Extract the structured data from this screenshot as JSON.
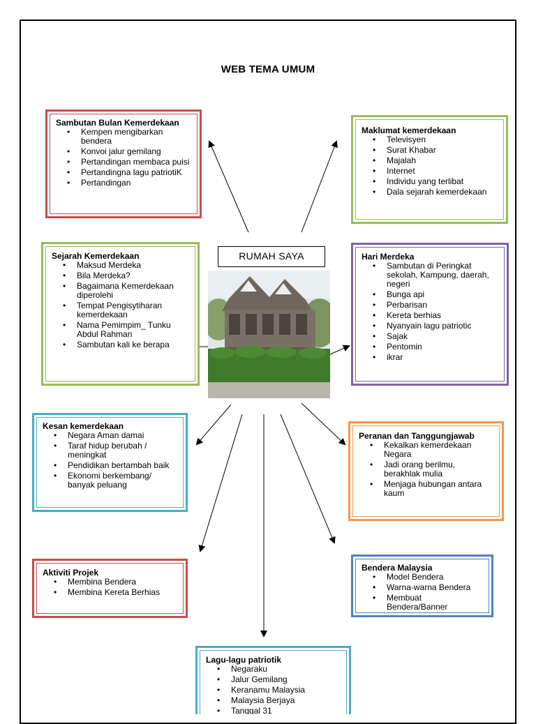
{
  "title": "WEB TEMA UMUM",
  "center": {
    "label": "RUMAH SAYA"
  },
  "boxes": {
    "sambutan": {
      "heading": "Sambutan Bulan Kemerdekaan",
      "items": [
        "Kempen mengibarkan bendera",
        "Konvoi jalur gemilang",
        "Pertandingan membaca puisi",
        "Pertandingna lagu patriotiK",
        "Pertandingan"
      ]
    },
    "maklumat": {
      "heading": "Maklumat kemerdekaan",
      "items": [
        "Televisyen",
        "Surat Khabar",
        "Majalah",
        "Internet",
        "Individu yang terlibat",
        "Dala sejarah kemerdekaan"
      ]
    },
    "sejarah": {
      "heading": "Sejarah Kemerdekaan",
      "items": [
        "Maksud Merdeka",
        "Bila Merdeka?",
        "Bagaimana Kemerdekaan diperolehi",
        "Tempat Pengisytiharan kemerdekaan",
        "Nama Pemimpim_ Tunku Abdul Rahman",
        "Sambutan kali ke berapa"
      ]
    },
    "hari": {
      "heading": "Hari Merdeka",
      "items": [
        "Sambutan di Peringkat sekolah, Kampung, daerah, negeri",
        "Bunga api",
        "Perbarisan",
        "Kereta berhias",
        "Nyanyain lagu patriotic",
        "Sajak",
        "Pentomin",
        "ikrar"
      ]
    },
    "kesan": {
      "heading": "Kesan kemerdekaan",
      "items": [
        "Negara Aman damai",
        "Taraf hidup berubah / meningkat",
        "Pendidikan bertambah baik",
        "Ekonomi berkembang/ banyak peluang"
      ]
    },
    "peranan": {
      "heading": "Peranan dan Tanggungjawab",
      "items": [
        "Kekalkan kemerdekaan Negara",
        "Jadi orang berilmu, berakhlak mulia",
        "Menjaga hubungan antara kaum"
      ]
    },
    "aktiviti": {
      "heading": "Aktiviti Projek",
      "items": [
        "Membina Bendera",
        "Membina Kereta Berhias"
      ]
    },
    "bendera": {
      "heading": "Bendera Malaysia",
      "items": [
        "Model Bendera",
        "Warna-warna Bendera",
        "Membuat Bendera/Banner"
      ]
    },
    "lagu": {
      "heading": "Lagu-lagu patriotik",
      "items": [
        "Negaraku",
        "Jalur Gemilang",
        "Keranamu Malaysia",
        "Malaysia Berjaya",
        "Tanggal 31"
      ]
    }
  },
  "bullet": "•",
  "colors": {
    "red": "#c0504d",
    "green": "#9bbb59",
    "purple": "#8064a2",
    "teal": "#4bacc6",
    "orange": "#f79646",
    "blue": "#4f81bd"
  }
}
